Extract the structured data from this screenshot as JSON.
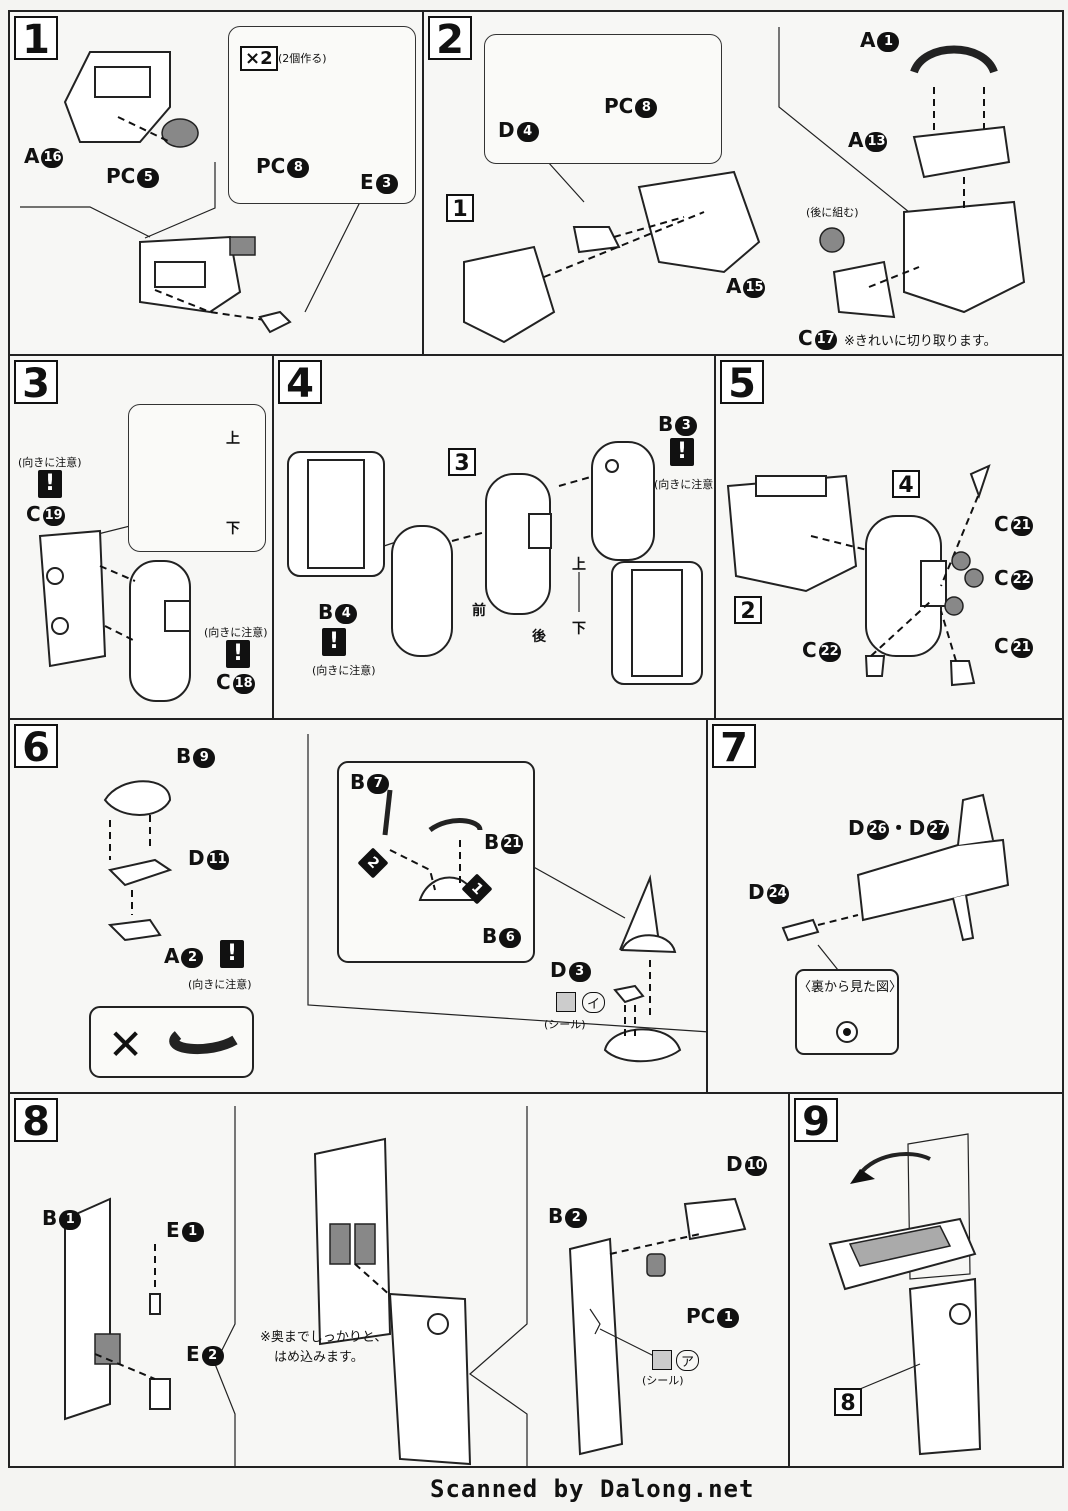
{
  "steps": {
    "s1": "1",
    "s2": "2",
    "s3": "3",
    "s4": "4",
    "s5": "5",
    "s6": "6",
    "s7": "7",
    "s8": "8",
    "s9": "9"
  },
  "step1": {
    "a16": {
      "letter": "A",
      "num": "16"
    },
    "pc5": {
      "letter": "PC",
      "num": "5"
    },
    "pc8": {
      "letter": "PC",
      "num": "8"
    },
    "e3": {
      "letter": "E",
      "num": "3"
    },
    "x2": "×2",
    "x2_note": "(2個作る)"
  },
  "step2": {
    "d4": {
      "letter": "D",
      "num": "4"
    },
    "pc8": {
      "letter": "PC",
      "num": "8"
    },
    "ref1": "1",
    "a15": {
      "letter": "A",
      "num": "15"
    },
    "a1": {
      "letter": "A",
      "num": "1"
    },
    "a13": {
      "letter": "A",
      "num": "13"
    },
    "later_note": "(後に組む)",
    "c17": {
      "letter": "C",
      "num": "17"
    },
    "cut_note": "※きれいに切り取ります。"
  },
  "step3": {
    "orient_note": "(向きに注意)",
    "c19": {
      "letter": "C",
      "num": "19"
    },
    "c18": {
      "letter": "C",
      "num": "18"
    },
    "up": "上",
    "down": "下"
  },
  "step4": {
    "b3": {
      "letter": "B",
      "num": "3"
    },
    "b4": {
      "letter": "B",
      "num": "4"
    },
    "ref3": "3",
    "orient_note": "(向きに注意)",
    "up": "上",
    "down": "下",
    "front": "前",
    "back": "後"
  },
  "step5": {
    "ref4": "4",
    "ref2": "2",
    "c21a": {
      "letter": "C",
      "num": "21"
    },
    "c22a": {
      "letter": "C",
      "num": "22"
    },
    "c21b": {
      "letter": "C",
      "num": "21"
    },
    "c22b": {
      "letter": "C",
      "num": "22"
    }
  },
  "step6": {
    "b9": {
      "letter": "B",
      "num": "9"
    },
    "d11": {
      "letter": "D",
      "num": "11"
    },
    "a2": {
      "letter": "A",
      "num": "2"
    },
    "orient_note": "(向きに注意)",
    "b7": {
      "letter": "B",
      "num": "7"
    },
    "b21": {
      "letter": "B",
      "num": "21"
    },
    "b6": {
      "letter": "B",
      "num": "6"
    },
    "d3": {
      "letter": "D",
      "num": "3"
    },
    "seal_i": "イ",
    "seal_note": "(シール)",
    "wrong": "✕",
    "order1": "1",
    "order2": "2"
  },
  "step7": {
    "d26": {
      "letter": "D",
      "num": "26"
    },
    "d27": {
      "letter": "D",
      "num": "27"
    },
    "dot": "・",
    "d24": {
      "letter": "D",
      "num": "24"
    },
    "back_view": "〈裏から見た図〉"
  },
  "step8": {
    "b1": {
      "letter": "B",
      "num": "1"
    },
    "e1": {
      "letter": "E",
      "num": "1"
    },
    "e2": {
      "letter": "E",
      "num": "2"
    },
    "fit_note_1": "※奥までしっかりと、",
    "fit_note_2": "はめ込みます。",
    "d10": {
      "letter": "D",
      "num": "10"
    },
    "b2": {
      "letter": "B",
      "num": "2"
    },
    "pc1": {
      "letter": "PC",
      "num": "1"
    },
    "seal_a": "ア",
    "seal_note": "(シール)"
  },
  "step9": {
    "ref8": "8"
  },
  "footer": "Scanned by Dalong.net"
}
